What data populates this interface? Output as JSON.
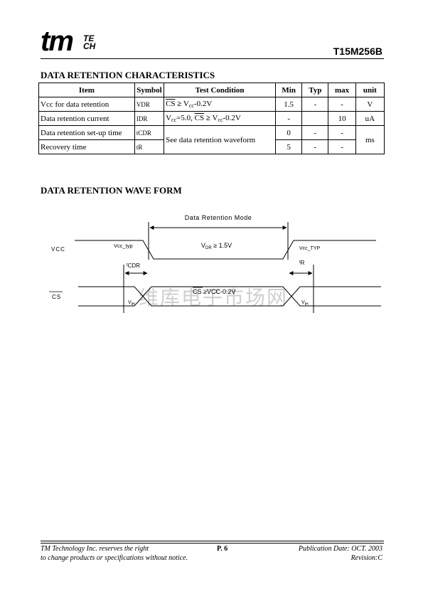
{
  "header": {
    "logo_main": "tm",
    "logo_sup_1": "TE",
    "logo_sup_2": "CH",
    "part_number": "T15M256B"
  },
  "section1": {
    "title": "DATA RETENTION CHARACTERISTICS",
    "columns": [
      "Item",
      "Symbol",
      "Test Condition",
      "Min",
      "Typ",
      "max",
      "unit"
    ],
    "rows": [
      {
        "item": "Vcc for data retention",
        "symbol": "VDR",
        "cond_cs": "CS",
        "cond_op": "≥",
        "cond_v": "V",
        "cond_sub": "cc",
        "cond_rest": "-0.2V",
        "min": "1.5",
        "typ": "-",
        "max": "-",
        "unit": "V"
      },
      {
        "item": "Data retention current",
        "symbol": "IDR",
        "cond_pre": "V",
        "cond_pre_sub": "cc",
        "cond_pre_rest": "=5.0,",
        "cond_cs": "CS",
        "cond_op": "≥",
        "cond_v": "V",
        "cond_sub": "cc",
        "cond_rest": "-0.2V",
        "min": "-",
        "typ": "",
        "max": "10",
        "unit": "uA"
      },
      {
        "item": "Data retention set-up time",
        "symbol": "tCDR",
        "condition": "See data retention waveform",
        "min": "0",
        "typ": "-",
        "max": "-",
        "unit": "ms"
      },
      {
        "item": "Recovery time",
        "symbol": "tR",
        "min": "5",
        "typ": "-",
        "max": "-"
      }
    ]
  },
  "section2": {
    "title": "DATA RETENTION WAVE FORM",
    "labels": {
      "mode": "Data Retention Mode",
      "vcc": "VCC",
      "vcc_typ_left": "Vcc_typ",
      "vdr_v": "V",
      "vdr_sub": "DR",
      "vdr_rest": " ≥ 1.5V",
      "vcc_typ_right": "Vcc_TYP",
      "tcdr_t": "t",
      "tcdr_sub": "CDR",
      "tr_t": "t",
      "tr_sub": "R",
      "cs": "CS",
      "cs_cond_cs": "CS",
      "cs_cond_rest": " ≥VCC-0.2V",
      "vih_v": "V",
      "vih_sub": "IH",
      "vih2_v": "V",
      "vih2_sub": "IH",
      "watermark": "维库电子市场网"
    }
  },
  "footer": {
    "left1": "TM Technology Inc. reserves the right",
    "left2": "to change products or specifications without notice.",
    "page": "P. 6",
    "pubdate": "Publication Date: OCT. 2003",
    "revision": "Revision:C"
  }
}
